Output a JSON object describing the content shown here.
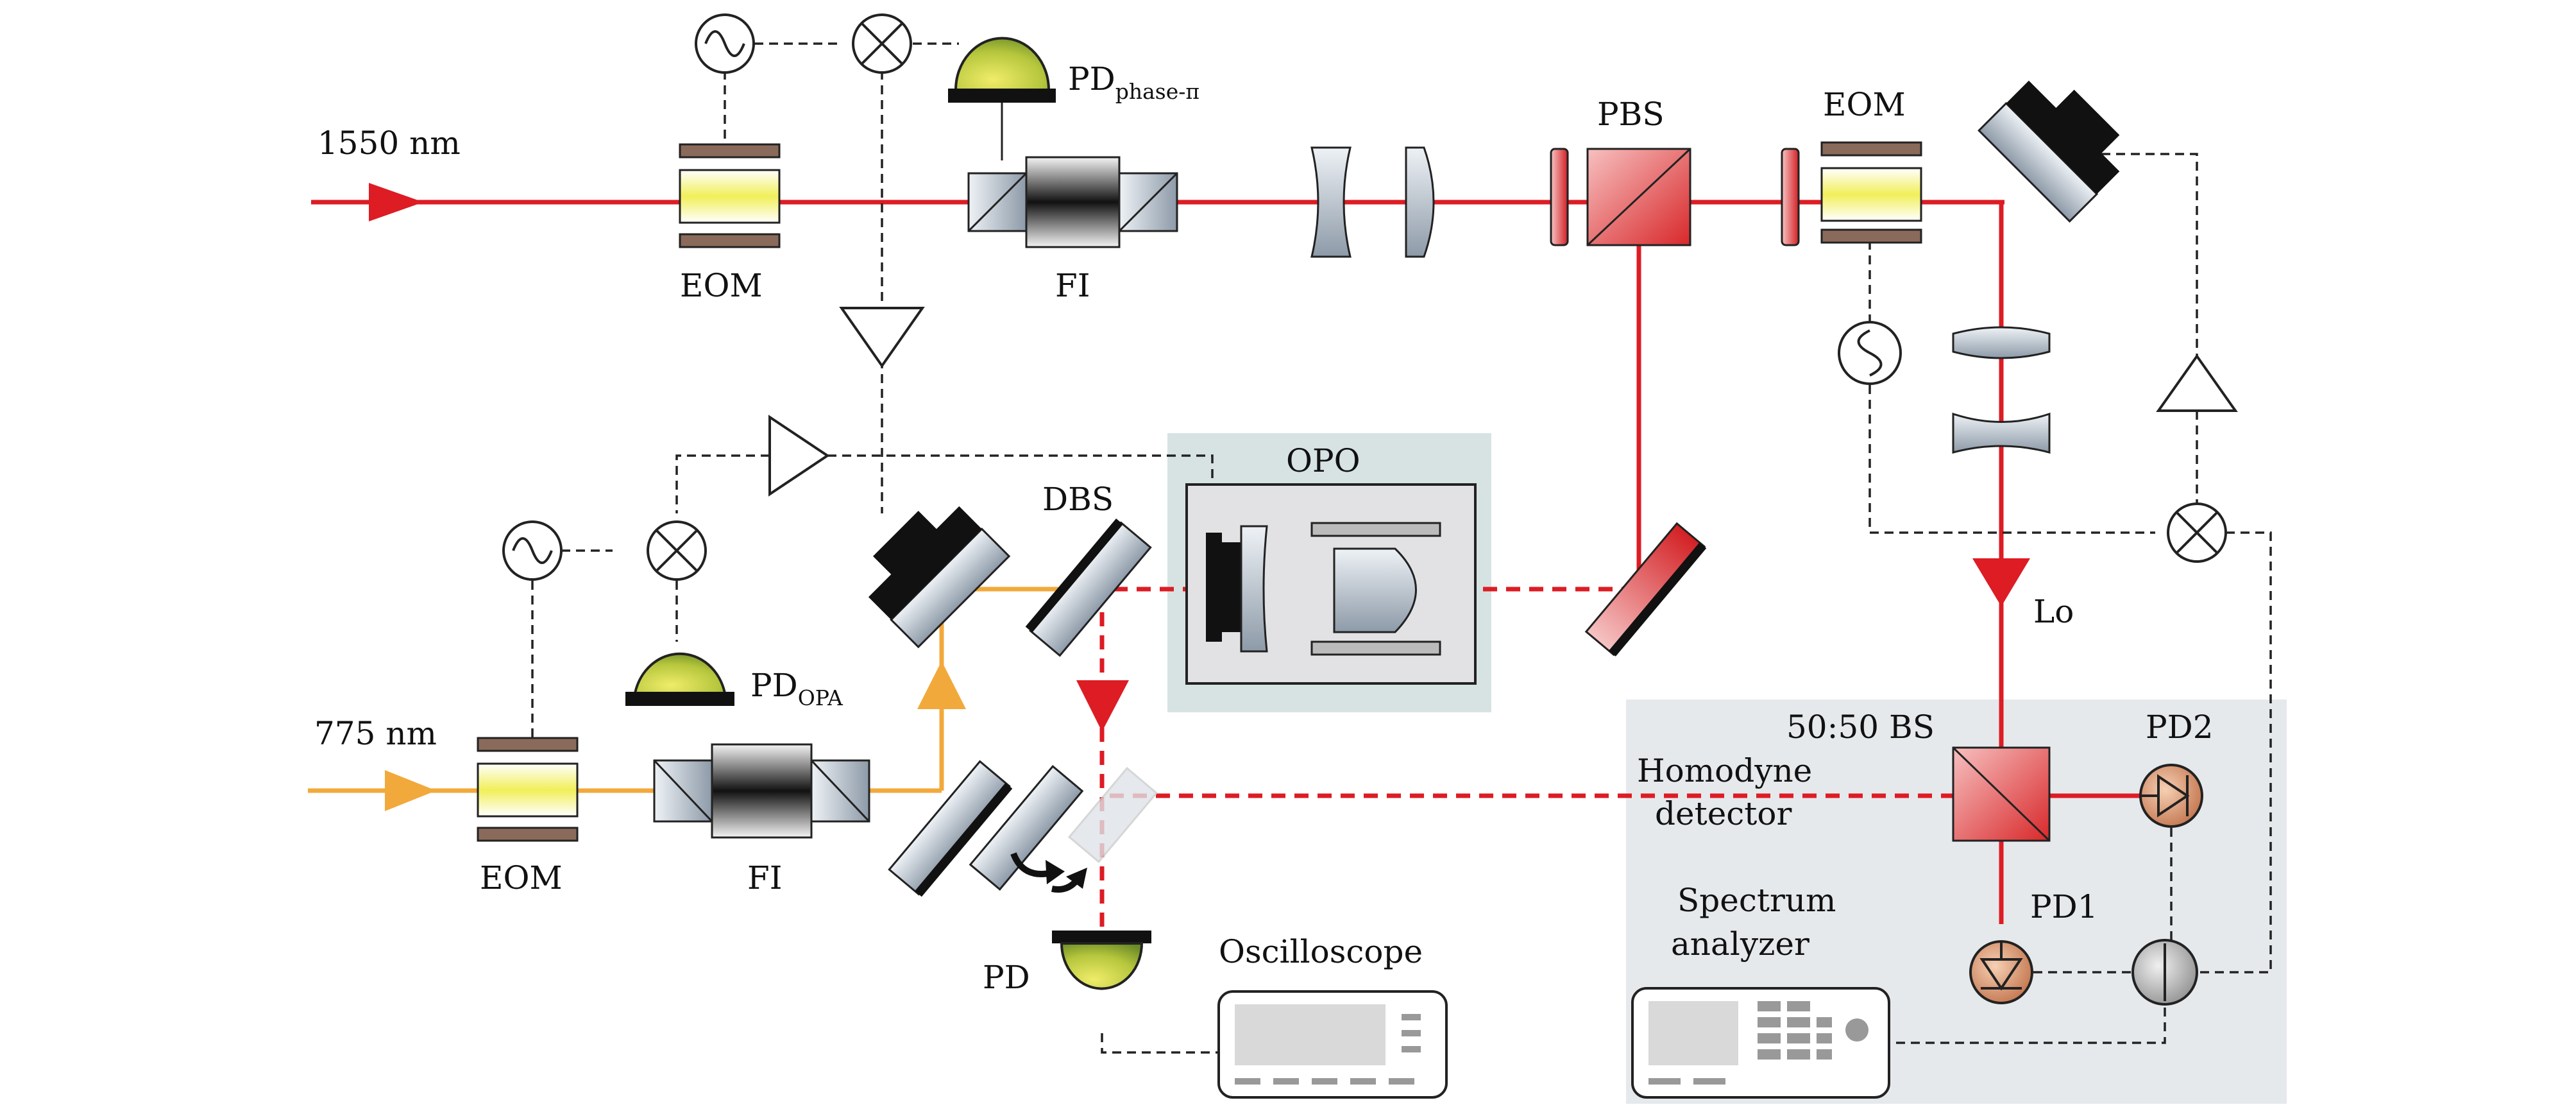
{
  "labels": {
    "input_1550": "1550 nm",
    "input_775": "775 nm",
    "eom_top": "EOM",
    "fi_top": "FI",
    "pd_phase_main": "PD",
    "pd_phase_sub": "phase-π",
    "pbs": "PBS",
    "eom_right": "EOM",
    "opo": "OPO",
    "dbs": "DBS",
    "pd_opa_main": "PD",
    "pd_opa_sub": "OPA",
    "eom_bottom": "EOM",
    "fi_bottom": "FI",
    "lo": "Lo",
    "bs": "50:50 BS",
    "pd2": "PD2",
    "pd1": "PD1",
    "homodyne_line1": "Homodyne",
    "homodyne_line2": "detector",
    "spectrum_line1": "Spectrum",
    "spectrum_line2": "analyzer",
    "oscilloscope": "Oscilloscope",
    "pd": "PD"
  },
  "colors": {
    "beam_1550": "#dd1c24",
    "beam_775": "#f2a93b",
    "opo_panel": "#d7e3e3",
    "detector_panel": "#e6e9ec"
  },
  "icons": [
    "sine-generator-icon",
    "mixer-icon",
    "amplifier-icon",
    "photodiode-icon",
    "beam-arrow-icon"
  ]
}
